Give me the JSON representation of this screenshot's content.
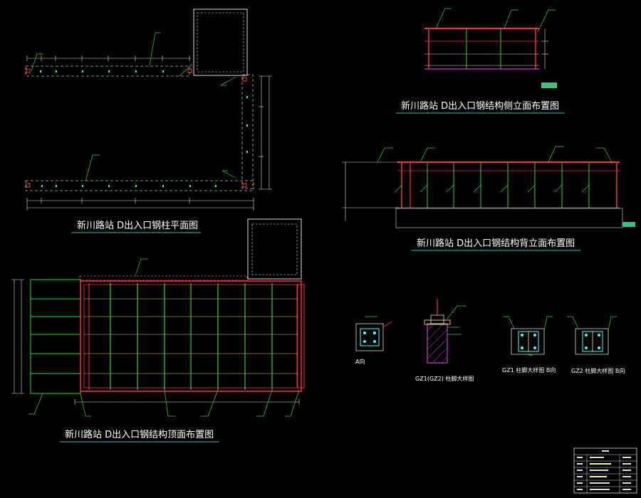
{
  "titles": {
    "plan": "新川路站   D出入口钢柱平面图",
    "side_elevation": "新川路站   D出入口钢结构侧立面布置图",
    "back_elevation": "新川路站   D出入口钢结构背立面布置图",
    "roof_plan": "新川路站   D出入口钢结构顶面布置图"
  },
  "details": {
    "a_view": "A向",
    "gz_column": "GZ1(GZ2)  柱脚大样图",
    "gz1_view": "GZ1 柱脚大样图   B向",
    "gz2_view": "GZ2 柱脚大样图   B向"
  },
  "colors": {
    "background": "#000000",
    "frame": "#ff3030",
    "leader": "#22dd22",
    "dashed": "#bbbbbb",
    "dimension": "#dddddd",
    "magenta": "#ff40ff",
    "yellow": "#ffff60",
    "cyan": "#40ffff"
  }
}
